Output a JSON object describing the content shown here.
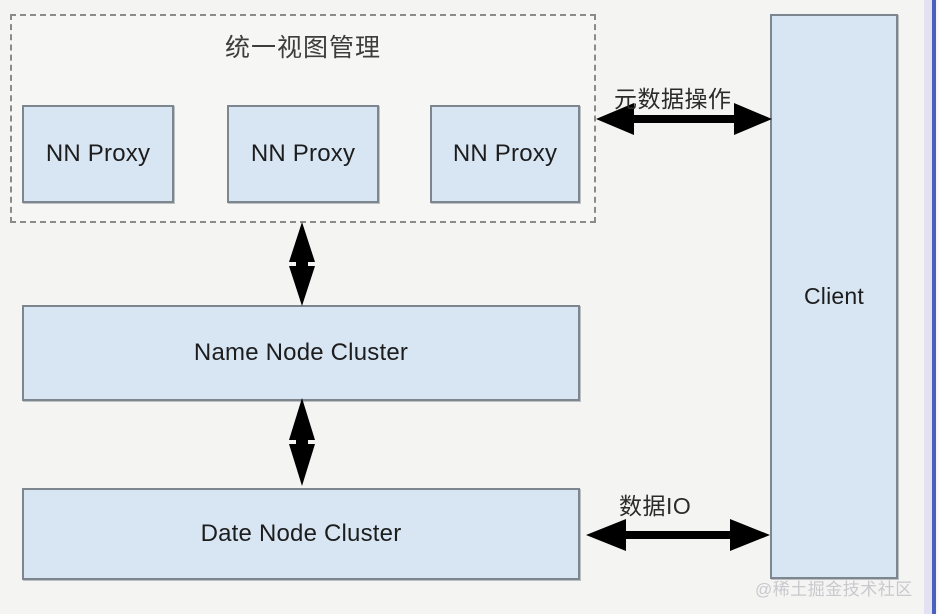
{
  "diagram": {
    "title_group": "统一视图管理",
    "background_color": "#f4f4f3",
    "node_fill": "#d8e6f3",
    "node_border": "#7d858e",
    "dashed_border": "#8b8b8b",
    "accent_edge": "#4a62bd"
  },
  "proxies": [
    {
      "label": "NN Proxy"
    },
    {
      "label": "NN Proxy"
    },
    {
      "label": "NN Proxy"
    }
  ],
  "clusters": {
    "name_node": "Name Node Cluster",
    "date_node": "Date Node Cluster"
  },
  "client": {
    "label": "Client"
  },
  "connections": {
    "metadata": "元数据操作",
    "data_io": "数据IO"
  },
  "watermark": {
    "text": "@稀土掘金技术社区"
  }
}
